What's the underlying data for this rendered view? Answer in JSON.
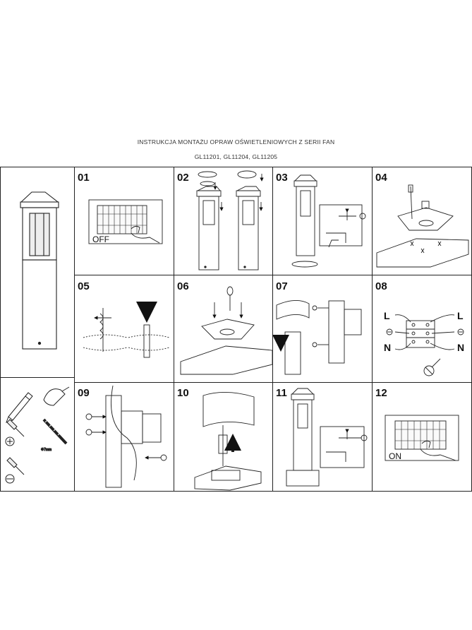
{
  "header": {
    "title": "INSTRUKCJA MONTAŻU OPRAW OŚWIETLENIOWYCH Z SERII FAN",
    "models": "GL11201, GL11204, GL11205"
  },
  "steps": [
    {
      "number": "01",
      "label": "OFF"
    },
    {
      "number": "02"
    },
    {
      "number": "03"
    },
    {
      "number": "04"
    },
    {
      "number": "05"
    },
    {
      "number": "06"
    },
    {
      "number": "07"
    },
    {
      "number": "08",
      "wiring": {
        "line_left": "L",
        "line_right": "L",
        "neutral_left": "N",
        "neutral_right": "N"
      }
    },
    {
      "number": "09"
    },
    {
      "number": "10"
    },
    {
      "number": "11"
    },
    {
      "number": "12",
      "label": "ON"
    }
  ],
  "tools": {
    "drill_bit_size": "Φ7mm"
  },
  "icons": [
    "lamp-post-illustration",
    "pencil-icon",
    "glue-tube-icon",
    "phillips-screwdriver-icon",
    "drill-bit-icon",
    "flat-screwdriver-icon",
    "phillips-head-symbol-icon",
    "flat-head-symbol-icon"
  ]
}
